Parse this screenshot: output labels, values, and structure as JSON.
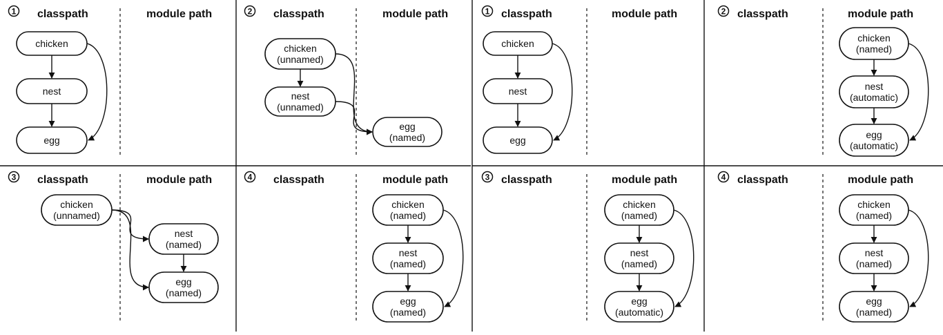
{
  "figures": [
    {
      "id": "left",
      "panels": [
        {
          "step": "1",
          "lanes": [
            "classpath",
            "module path"
          ],
          "nodes": [
            {
              "id": "chicken",
              "lines": [
                "chicken"
              ]
            },
            {
              "id": "nest",
              "lines": [
                "nest"
              ]
            },
            {
              "id": "egg",
              "lines": [
                "egg"
              ]
            }
          ],
          "edges": [
            [
              "chicken",
              "nest"
            ],
            [
              "nest",
              "egg"
            ],
            [
              "chicken",
              "egg"
            ]
          ]
        },
        {
          "step": "2",
          "lanes": [
            "classpath",
            "module path"
          ],
          "nodes": [
            {
              "id": "chicken",
              "lines": [
                "chicken",
                "(unnamed)"
              ]
            },
            {
              "id": "nest",
              "lines": [
                "nest",
                "(unnamed)"
              ]
            },
            {
              "id": "egg",
              "lines": [
                "egg",
                "(named)"
              ]
            }
          ],
          "edges": [
            [
              "chicken",
              "nest"
            ],
            [
              "chicken",
              "egg"
            ],
            [
              "nest",
              "egg"
            ]
          ]
        },
        {
          "step": "3",
          "lanes": [
            "classpath",
            "module path"
          ],
          "nodes": [
            {
              "id": "chicken",
              "lines": [
                "chicken",
                "(unnamed)"
              ]
            },
            {
              "id": "nest",
              "lines": [
                "nest",
                "(named)"
              ]
            },
            {
              "id": "egg",
              "lines": [
                "egg",
                "(named)"
              ]
            }
          ],
          "edges": [
            [
              "chicken",
              "nest"
            ],
            [
              "chicken",
              "egg"
            ],
            [
              "nest",
              "egg"
            ]
          ]
        },
        {
          "step": "4",
          "lanes": [
            "classpath",
            "module path"
          ],
          "nodes": [
            {
              "id": "chicken",
              "lines": [
                "chicken",
                "(named)"
              ]
            },
            {
              "id": "nest",
              "lines": [
                "nest",
                "(named)"
              ]
            },
            {
              "id": "egg",
              "lines": [
                "egg",
                "(named)"
              ]
            }
          ],
          "edges": [
            [
              "chicken",
              "nest"
            ],
            [
              "nest",
              "egg"
            ],
            [
              "chicken",
              "egg"
            ]
          ]
        }
      ]
    },
    {
      "id": "right",
      "panels": [
        {
          "step": "1",
          "lanes": [
            "classpath",
            "module path"
          ],
          "nodes": [
            {
              "id": "chicken",
              "lines": [
                "chicken"
              ]
            },
            {
              "id": "nest",
              "lines": [
                "nest"
              ]
            },
            {
              "id": "egg",
              "lines": [
                "egg"
              ]
            }
          ],
          "edges": [
            [
              "chicken",
              "nest"
            ],
            [
              "nest",
              "egg"
            ],
            [
              "chicken",
              "egg"
            ]
          ]
        },
        {
          "step": "2",
          "lanes": [
            "classpath",
            "module path"
          ],
          "nodes": [
            {
              "id": "chicken",
              "lines": [
                "chicken",
                "(named)"
              ]
            },
            {
              "id": "nest",
              "lines": [
                "nest",
                "(automatic)"
              ]
            },
            {
              "id": "egg",
              "lines": [
                "egg",
                "(automatic)"
              ]
            }
          ],
          "edges": [
            [
              "chicken",
              "nest"
            ],
            [
              "nest",
              "egg"
            ],
            [
              "chicken",
              "egg"
            ]
          ]
        },
        {
          "step": "3",
          "lanes": [
            "classpath",
            "module path"
          ],
          "nodes": [
            {
              "id": "chicken",
              "lines": [
                "chicken",
                "(named)"
              ]
            },
            {
              "id": "nest",
              "lines": [
                "nest",
                "(named)"
              ]
            },
            {
              "id": "egg",
              "lines": [
                "egg",
                "(automatic)"
              ]
            }
          ],
          "edges": [
            [
              "chicken",
              "nest"
            ],
            [
              "nest",
              "egg"
            ],
            [
              "chicken",
              "egg"
            ]
          ]
        },
        {
          "step": "4",
          "lanes": [
            "classpath",
            "module path"
          ],
          "nodes": [
            {
              "id": "chicken",
              "lines": [
                "chicken",
                "(named)"
              ]
            },
            {
              "id": "nest",
              "lines": [
                "nest",
                "(named)"
              ]
            },
            {
              "id": "egg",
              "lines": [
                "egg",
                "(named)"
              ]
            }
          ],
          "edges": [
            [
              "chicken",
              "nest"
            ],
            [
              "nest",
              "egg"
            ],
            [
              "chicken",
              "egg"
            ]
          ]
        }
      ]
    }
  ]
}
